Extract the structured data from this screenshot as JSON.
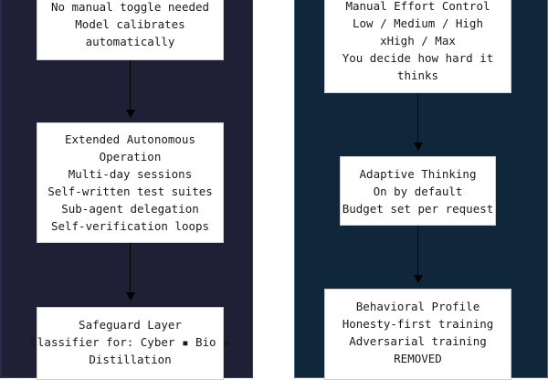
{
  "left_column": {
    "box1": {
      "lines": [
        "No manual toggle needed",
        "Model calibrates",
        "automatically"
      ]
    },
    "box2": {
      "lines": [
        "Extended Autonomous",
        "Operation",
        "Multi-day sessions",
        "Self-written test suites",
        "Sub-agent delegation",
        "Self-verification loops"
      ]
    },
    "box3": {
      "lines": [
        "Safeguard Layer",
        "Classifier for: Cyber ▪ Bio ▪",
        "Distillation"
      ]
    }
  },
  "right_column": {
    "box1": {
      "lines": [
        "Manual Effort Control",
        "Low / Medium / High",
        "xHigh / Max",
        "You decide how hard it",
        "thinks"
      ]
    },
    "box2": {
      "lines": [
        "Adaptive Thinking",
        "On by default",
        "Budget set per request"
      ]
    },
    "box3": {
      "lines": [
        "Behavioral Profile",
        "Honesty-first training",
        "Adversarial training",
        "REMOVED"
      ]
    }
  },
  "colors": {
    "left_panel_bg": "#1f1f35",
    "right_panel_bg": "#10263a",
    "node_bg": "#ffffff",
    "arrow": "#000000"
  }
}
